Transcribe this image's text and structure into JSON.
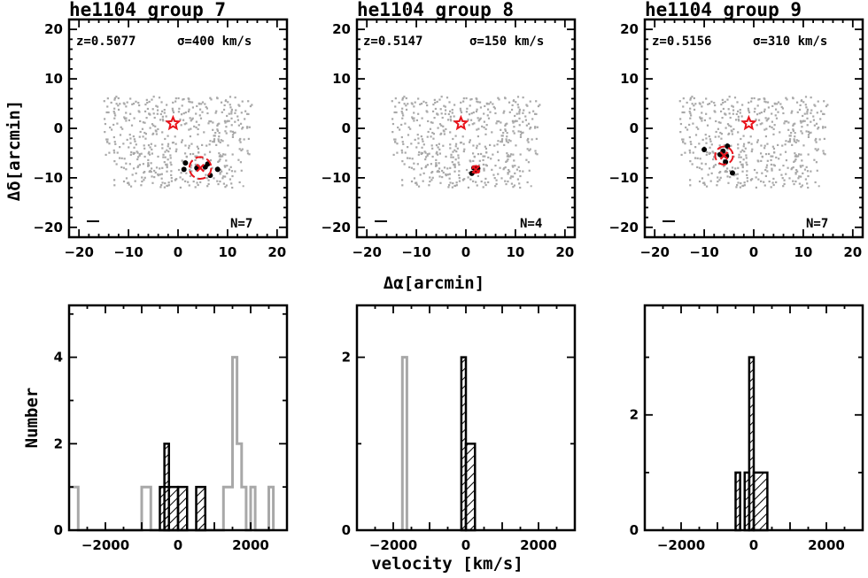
{
  "chart_data": [
    {
      "type": "scatter",
      "title": "he1104 group 7",
      "redshift_label": "z=0.5077",
      "sigma_label": "σ=400 km/s",
      "n_label": "N=7",
      "xlabel": "",
      "ylabel": "Δδ[arcmin]",
      "xlim": [
        -22,
        22
      ],
      "ylim": [
        -22,
        22
      ],
      "xticks": [
        -20,
        -10,
        0,
        10,
        20
      ],
      "yticks": [
        -20,
        -10,
        0,
        10,
        20
      ],
      "star": [
        -1,
        1
      ],
      "group_center": [
        4.5,
        -8
      ],
      "group_radius": 2.2,
      "members": [
        [
          1.5,
          -7
        ],
        [
          1.2,
          -8.3
        ],
        [
          3.8,
          -8.0
        ],
        [
          5.5,
          -7.8
        ],
        [
          6.0,
          -7.2
        ],
        [
          6.5,
          -9.5
        ],
        [
          8.0,
          -8.3
        ]
      ],
      "field_color": "#a8a8a8",
      "member_color": "#000000",
      "accent": "#e8141c"
    },
    {
      "type": "scatter",
      "title": "he1104 group 8",
      "redshift_label": "z=0.5147",
      "sigma_label": "σ=150 km/s",
      "n_label": "N=4",
      "xlabel": "Δα[arcmin]",
      "ylabel": "",
      "xlim": [
        -22,
        22
      ],
      "ylim": [
        -22,
        22
      ],
      "xticks": [
        -20,
        -10,
        0,
        10,
        20
      ],
      "yticks": [
        -20,
        -10,
        0,
        10,
        20
      ],
      "star": [
        -1,
        1
      ],
      "group_center": [
        2,
        -8.3
      ],
      "group_radius": 0.7,
      "members": [
        [
          1.6,
          -8.0
        ],
        [
          2.1,
          -8.4
        ],
        [
          2.4,
          -8.1
        ],
        [
          1.2,
          -9.1
        ]
      ],
      "field_color": "#a8a8a8",
      "member_color": "#000000",
      "accent": "#e8141c"
    },
    {
      "type": "scatter",
      "title": "he1104 group 9",
      "redshift_label": "z=0.5156",
      "sigma_label": "σ=310 km/s",
      "n_label": "N=7",
      "xlabel": "",
      "ylabel": "",
      "xlim": [
        -22,
        22
      ],
      "ylim": [
        -22,
        22
      ],
      "xticks": [
        -20,
        -10,
        0,
        10,
        20
      ],
      "yticks": [
        -20,
        -10,
        0,
        10,
        20
      ],
      "star": [
        -1,
        1
      ],
      "group_center": [
        -6,
        -5.5
      ],
      "group_radius": 1.8,
      "members": [
        [
          -10,
          -4.3
        ],
        [
          -6.2,
          -4.6
        ],
        [
          -5.3,
          -3.6
        ],
        [
          -6.8,
          -5.3
        ],
        [
          -5.7,
          -6.8
        ],
        [
          -4.3,
          -9.0
        ],
        [
          -5.5,
          -5.6
        ]
      ],
      "field_color": "#a8a8a8",
      "member_color": "#000000",
      "accent": "#e8141c"
    },
    {
      "type": "bar",
      "title": "",
      "xlabel": "",
      "ylabel": "Number",
      "xlim": [
        -3000,
        3000
      ],
      "ylim": [
        0,
        5.2
      ],
      "xticks": [
        -2000,
        0,
        2000
      ],
      "yticks": [
        0,
        2,
        4
      ],
      "bin_width": 250,
      "members": [
        {
          "x0": -500,
          "x1": -250,
          "count": 1
        },
        {
          "x0": -250,
          "x1": 0,
          "count": 1
        },
        {
          "x0": 0,
          "x1": 250,
          "count": 1
        },
        {
          "x0": 250,
          "x1": 500,
          "count": 0
        },
        {
          "x0": 500,
          "x1": 750,
          "count": 1
        },
        {
          "x0": -375,
          "x1": -250,
          "count": 2
        }
      ],
      "member_outline": [
        [
          -500,
          0
        ],
        [
          -500,
          1
        ],
        [
          -375,
          1
        ],
        [
          -375,
          2
        ],
        [
          -250,
          2
        ],
        [
          -250,
          1
        ],
        [
          250,
          1
        ],
        [
          250,
          0
        ],
        [
          500,
          0
        ],
        [
          500,
          1
        ],
        [
          750,
          1
        ],
        [
          750,
          0
        ]
      ],
      "field_outline": [
        [
          -3000,
          1
        ],
        [
          -2750,
          1
        ],
        [
          -2750,
          0
        ],
        [
          -1000,
          0
        ],
        [
          -1000,
          1
        ],
        [
          -750,
          1
        ],
        [
          -750,
          0
        ],
        [
          1250,
          0
        ],
        [
          1250,
          1
        ],
        [
          1500,
          1
        ],
        [
          1500,
          4
        ],
        [
          1625,
          4
        ],
        [
          1625,
          2
        ],
        [
          1750,
          2
        ],
        [
          1750,
          1
        ],
        [
          1875,
          1
        ],
        [
          1875,
          0
        ],
        [
          2000,
          0
        ],
        [
          2000,
          1
        ],
        [
          2125,
          1
        ],
        [
          2125,
          0
        ],
        [
          2500,
          0
        ],
        [
          2500,
          1
        ],
        [
          2625,
          1
        ],
        [
          2625,
          0
        ]
      ],
      "field_color": "#a8a8a8"
    },
    {
      "type": "bar",
      "title": "",
      "xlabel": "velocity [km/s]",
      "ylabel": "",
      "xlim": [
        -3000,
        3000
      ],
      "ylim": [
        0,
        2.6
      ],
      "xticks": [
        -2000,
        0,
        2000
      ],
      "yticks": [
        0,
        2
      ],
      "member_outline": [
        [
          -125,
          0
        ],
        [
          -125,
          2
        ],
        [
          0,
          2
        ],
        [
          0,
          1
        ],
        [
          250,
          1
        ],
        [
          250,
          0
        ]
      ],
      "member_boxes": [
        {
          "x0": -125,
          "x1": 0,
          "count": 2
        },
        {
          "x0": 0,
          "x1": 250,
          "count": 1
        }
      ],
      "field_outline": [
        [
          -1750,
          0
        ],
        [
          -1750,
          2
        ],
        [
          -1625,
          2
        ],
        [
          -1625,
          0
        ]
      ],
      "field_color": "#a8a8a8"
    },
    {
      "type": "bar",
      "title": "",
      "xlabel": "",
      "ylabel": "",
      "xlim": [
        -3000,
        3000
      ],
      "ylim": [
        0,
        3.9
      ],
      "xticks": [
        -2000,
        0,
        2000
      ],
      "yticks": [
        0,
        2
      ],
      "member_outline": [
        [
          -500,
          0
        ],
        [
          -500,
          1
        ],
        [
          -375,
          1
        ],
        [
          -375,
          0
        ],
        [
          -250,
          0
        ],
        [
          -250,
          1
        ],
        [
          -125,
          1
        ],
        [
          -125,
          3
        ],
        [
          0,
          3
        ],
        [
          0,
          1
        ],
        [
          375,
          1
        ],
        [
          375,
          0
        ]
      ],
      "member_boxes": [
        {
          "x0": -500,
          "x1": -375,
          "count": 1
        },
        {
          "x0": -250,
          "x1": -125,
          "count": 1
        },
        {
          "x0": -125,
          "x1": 0,
          "count": 3
        },
        {
          "x0": 0,
          "x1": 375,
          "count": 1
        }
      ],
      "field_outline": [],
      "field_color": "#a8a8a8"
    }
  ]
}
